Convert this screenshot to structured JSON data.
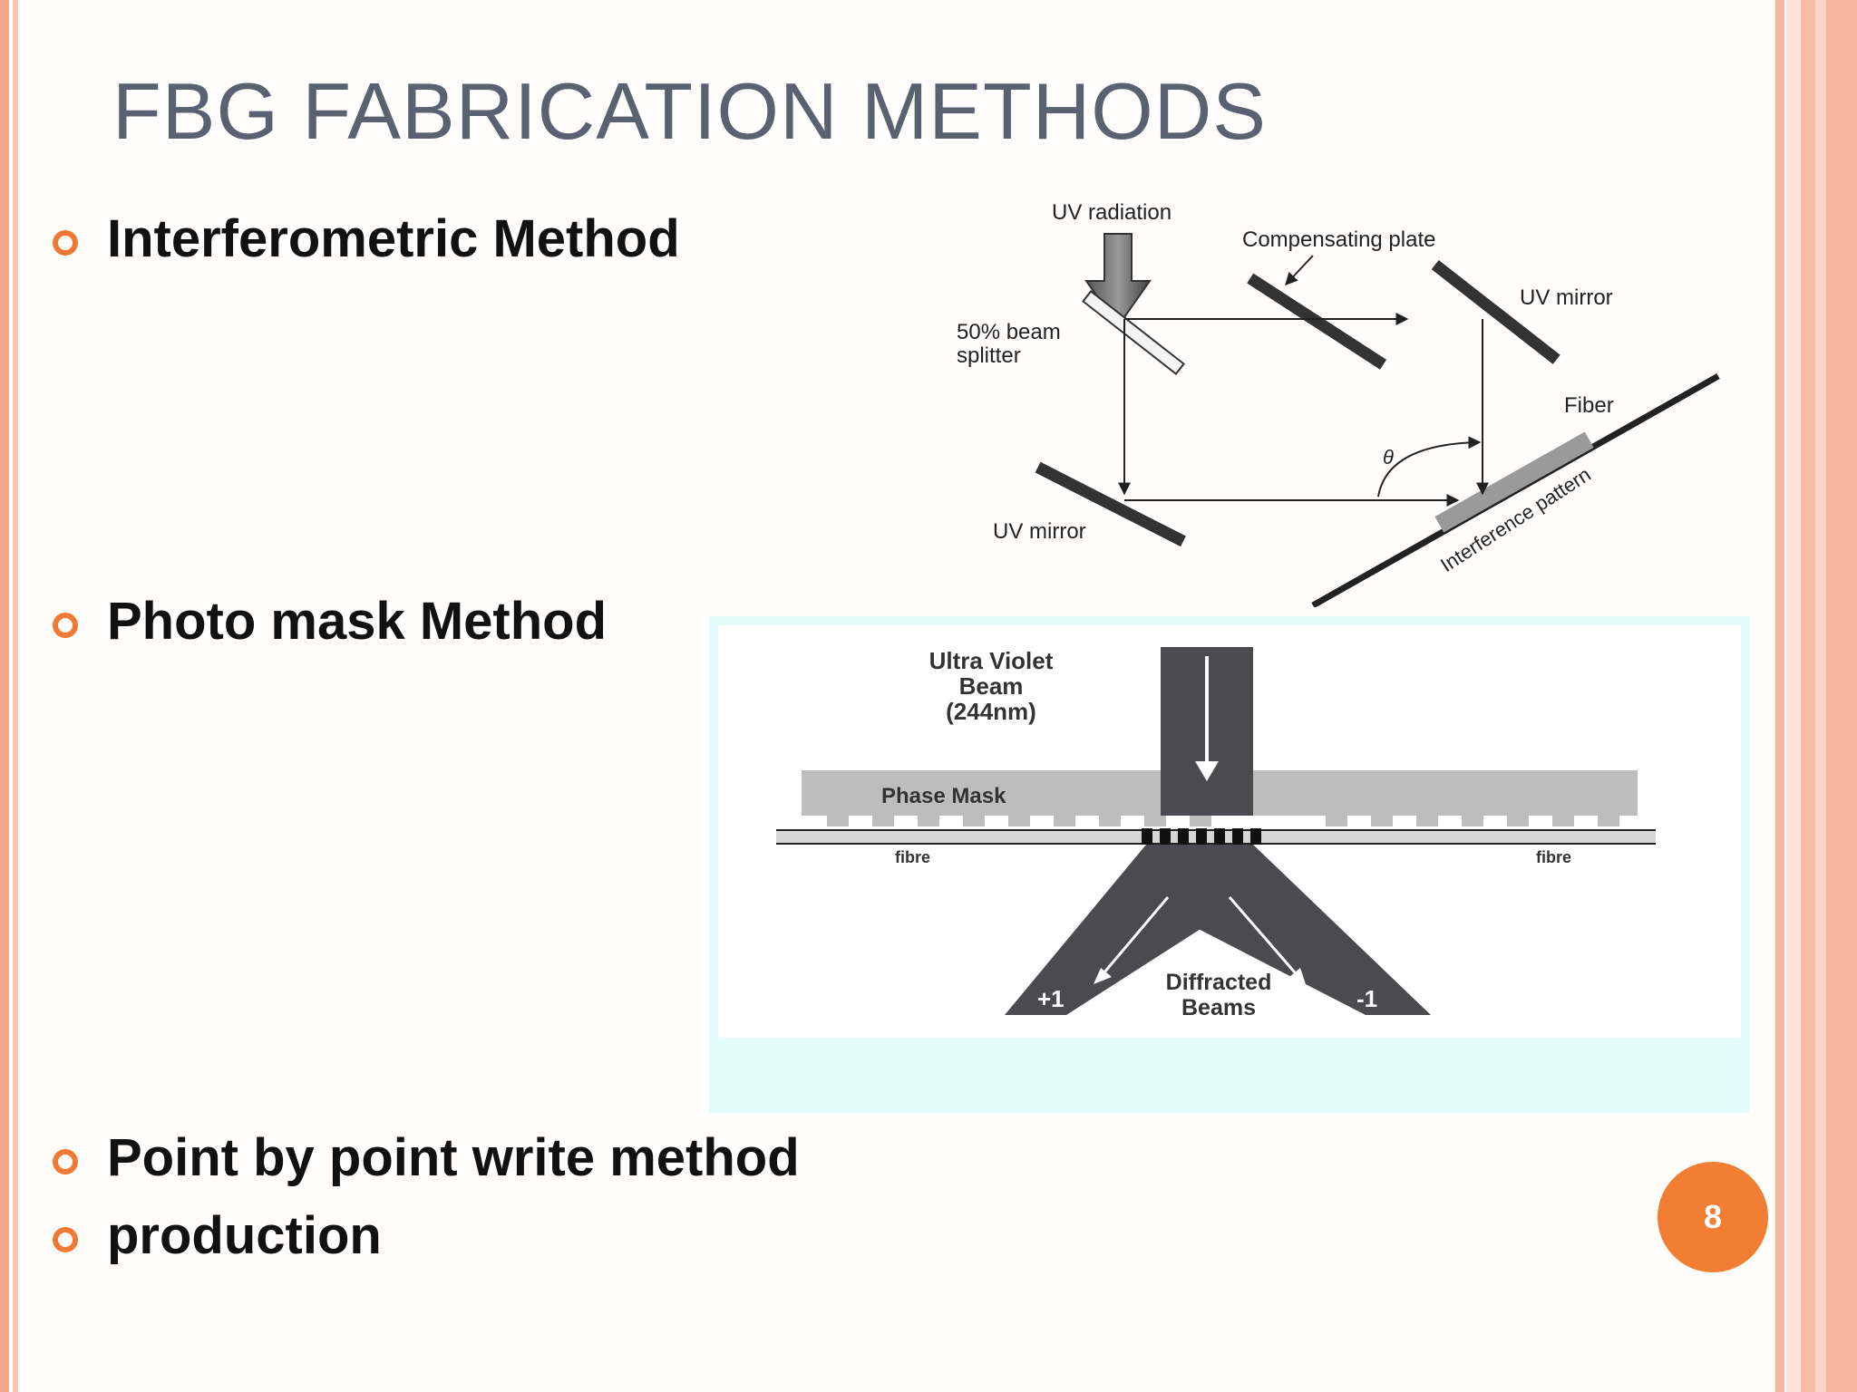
{
  "slide": {
    "title": "FBG FABRICATION METHODS",
    "page_number": "8"
  },
  "bullets": [
    {
      "label": "Interferometric Method"
    },
    {
      "label": "Photo mask Method"
    },
    {
      "label": "Point by point write method"
    },
    {
      "label": "production"
    }
  ],
  "diagram_interferometric": {
    "uv_radiation": "UV radiation",
    "compensating_plate": "Compensating plate",
    "uv_mirror_top": "UV mirror",
    "beam_splitter_line1": "50% beam",
    "beam_splitter_line2": "splitter",
    "fiber": "Fiber",
    "theta": "θ",
    "uv_mirror_bottom": "UV mirror",
    "interference_pattern": "Interference pattern"
  },
  "diagram_phase_mask": {
    "beam_line1": "Ultra Violet",
    "beam_line2": "Beam",
    "beam_line3": "(244nm)",
    "phase_mask": "Phase Mask",
    "fibre_left": "fibre",
    "fibre_right": "fibre",
    "order_plus": "+1",
    "order_minus": "-1",
    "diffracted_line1": "Diffracted",
    "diffracted_line2": "Beams"
  },
  "colors": {
    "accent": "#ef7a33",
    "title": "#5a6170",
    "panel_bg": "#e3fdfd"
  }
}
